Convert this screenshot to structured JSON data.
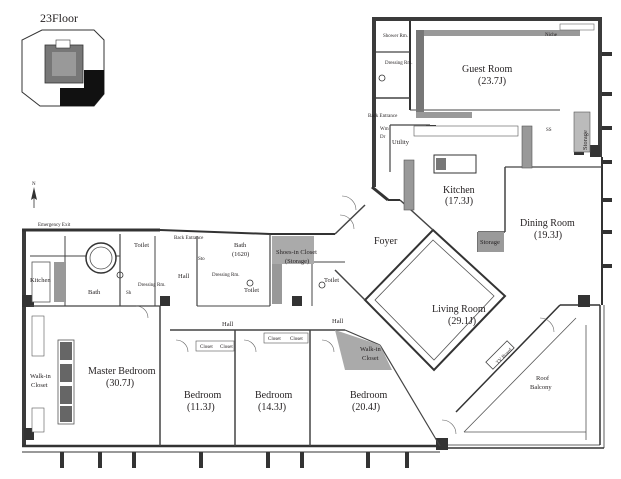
{
  "floor": {
    "label": "23Floor"
  },
  "compass": {
    "north": "N"
  },
  "rooms": {
    "shower": "Shower Rm.",
    "dressing_guest": "Dressing Rm.",
    "guest_room": {
      "name": "Guest Room",
      "area": "(23.7J)"
    },
    "niche": "Niche",
    "back_entrance_top": "Back Entrance",
    "utility": "Utility",
    "kitchen": {
      "name": "Kitchen",
      "area": "(17.3J)"
    },
    "dining": {
      "name": "Dining Room",
      "area": "(19.3J)"
    },
    "storage_right": "Storage",
    "storage_center": "Storage",
    "foyer": "Foyer",
    "living": {
      "name": "Living Room",
      "area": "(29.1J)"
    },
    "roof_balcony": {
      "line1": "Roof",
      "line2": "Balcony"
    },
    "kitchen_left": "Kitchen",
    "emergency_exit": "Emergency Exit",
    "bath_master": "Bath",
    "toilet_master": "Toilet",
    "dressing_master": "Dressing Rm.",
    "back_entrance_mid": "Back Entrance",
    "bath_1620": {
      "name": "Bath",
      "size": "(1620)"
    },
    "dressing_mid": "Dressing Rm.",
    "toilet_mid": "Toilet",
    "shoes_closet": {
      "name": "Shoes-in Closet",
      "sub": "(Storage)"
    },
    "toilet_right": "Toilet",
    "hall_1": "Hall",
    "hall_2": "Hall",
    "hall_3": "Hall",
    "walkin_right": {
      "line1": "Walk-in",
      "line2": "Closet"
    },
    "master_bedroom": {
      "name": "Master Bedroom",
      "area": "(30.7J)"
    },
    "walkin_left": {
      "line1": "Walk-in",
      "line2": "Closet"
    },
    "bedroom_1": {
      "name": "Bedroom",
      "area": "(11.3J)"
    },
    "bedroom_2": {
      "name": "Bedroom",
      "area": "(14.3J)"
    },
    "bedroom_3": {
      "name": "Bedroom",
      "area": "(20.4J)"
    },
    "closet_a": "Closet",
    "closet_b": "Closet",
    "closet_c": "Closet",
    "closet_d": "Closet",
    "tv_board": "TV Board"
  },
  "tags": {
    "wm": "Wm",
    "dr": "Dr",
    "sto": "Sto",
    "ss": "SS",
    "sh": "Sh"
  }
}
